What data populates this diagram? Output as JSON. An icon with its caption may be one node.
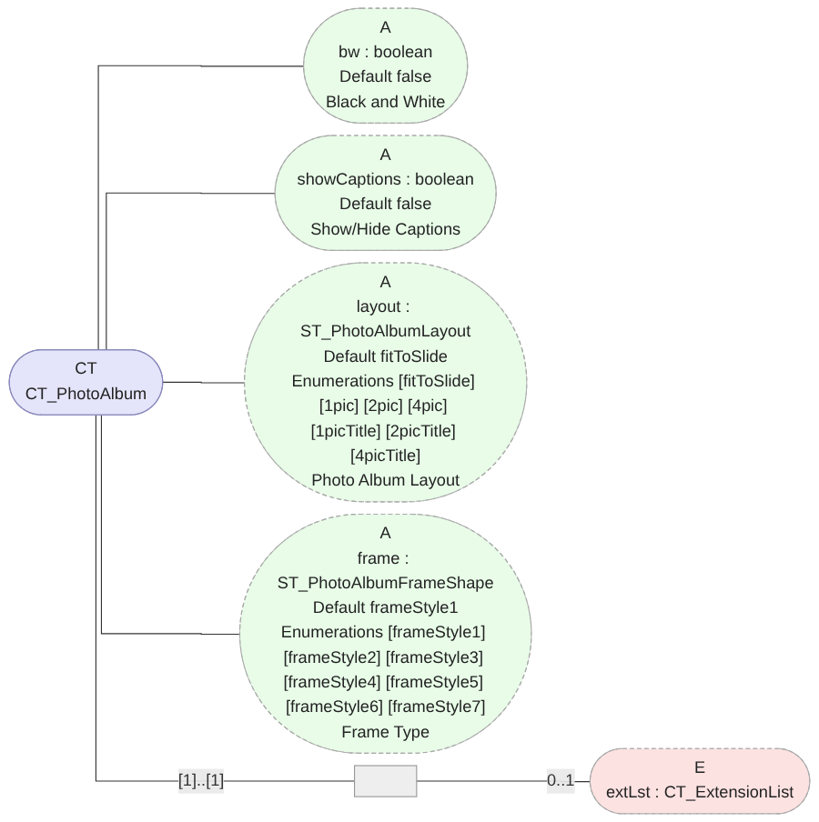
{
  "diagram": {
    "nodes": [
      {
        "text": [
          "CT",
          "CT_PhotoAlbum"
        ]
      },
      {
        "text": [
          "A",
          "bw : boolean",
          "Default false",
          "Black and White"
        ]
      },
      {
        "text": [
          "A",
          "showCaptions : boolean",
          "Default false",
          "Show/Hide Captions"
        ]
      },
      {
        "text": [
          "A",
          "layout : ST_PhotoAlbumLayout",
          "Default fitToSlide",
          "Enumerations [fitToSlide] [1pic] [2pic] [4pic] [1picTitle] [2picTitle] [4picTitle]",
          "Photo Album Layout"
        ]
      },
      {
        "text": [
          "A",
          "frame : ST_PhotoAlbumFrameShape",
          "Default frameStyle1",
          "Enumerations [frameStyle1] [frameStyle2] [frameStyle3] [frameStyle4] [frameStyle5] [frameStyle6] [frameStyle7]",
          "Frame Type"
        ]
      },
      {
        "text": [],
        "shape": "box"
      },
      {
        "text": [
          "E",
          "extLst : CT_ExtensionList"
        ]
      }
    ],
    "edges": [
      {
        "from": 0,
        "to": 1,
        "arrow": "none"
      },
      {
        "from": 0,
        "to": 2,
        "arrow": "none"
      },
      {
        "from": 0,
        "to": 3,
        "arrow": "none"
      },
      {
        "from": 0,
        "to": 4,
        "arrow": "none"
      },
      {
        "from": 0,
        "to": 5,
        "label": "[1]..[1]",
        "arrow": "none"
      },
      {
        "from": 5,
        "to": 6,
        "label": "0..1",
        "arrow": "none"
      }
    ]
  }
}
